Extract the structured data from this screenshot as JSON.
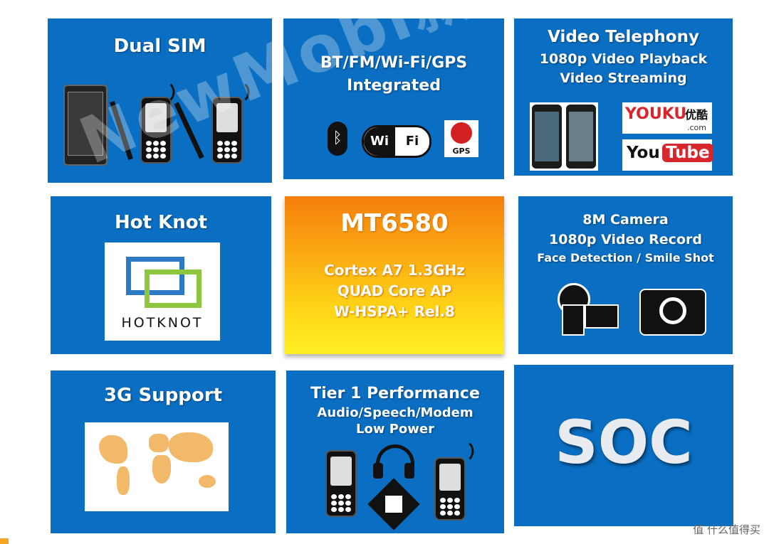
{
  "tiles": {
    "dual_sim": {
      "title": "Dual SIM"
    },
    "connectivity": {
      "line1": "BT/FM/Wi-Fi/GPS",
      "line2": "Integrated",
      "wifi_a": "Wi",
      "wifi_b": "Fi",
      "gps": "GPS"
    },
    "video": {
      "line1": "Video Telephony",
      "line2": "1080p Video Playback",
      "line3": "Video Streaming",
      "youku": "YOUKU",
      "youku_cn": "优酷",
      "youku_com": ".com",
      "you": "You",
      "tube": "Tube"
    },
    "hotknot": {
      "title": "Hot Knot",
      "logo_text": "HOTKNOT"
    },
    "center": {
      "title": "MT6580",
      "line1": "Cortex A7  1.3GHz",
      "line2": "QUAD Core AP",
      "line3": "W-HSPA+ Rel.8"
    },
    "camera": {
      "line1": "8M Camera",
      "line2": "1080p Video Record",
      "line3": "Face Detection / Smile Shot"
    },
    "g3": {
      "title": "3G Support"
    },
    "tier1": {
      "line1": "Tier 1 Performance",
      "line2": "Audio/Speech/Modem",
      "line3": "Low Power"
    },
    "soc": {
      "title": "SOC"
    }
  },
  "watermark": {
    "text": "NewMobi新移科技",
    "corner": "值 什么值得买"
  },
  "colors": {
    "tile_blue": "#0a6fc2",
    "center_top": "#f57e0c",
    "center_bottom": "#fff025"
  }
}
